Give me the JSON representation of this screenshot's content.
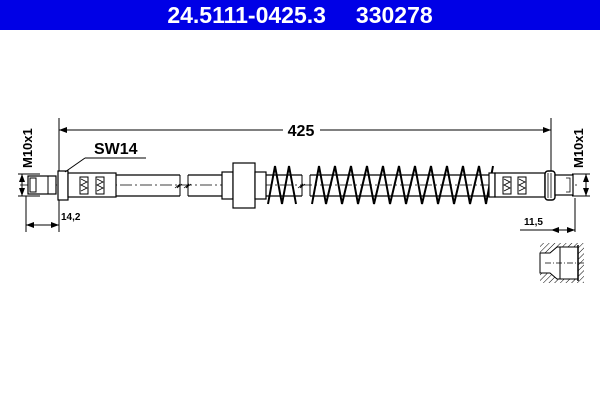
{
  "header": {
    "part_number": "24.5111-0425.3",
    "reference": "330278",
    "background_color": "#0000e6",
    "text_color": "#ffffff"
  },
  "drawing": {
    "overall_length": "425",
    "wrench_size": "SW14",
    "left_thread": "M10x1",
    "right_thread": "M10x1",
    "left_end_length": "14,2",
    "right_end_length": "11,5",
    "line_color": "#000000"
  }
}
